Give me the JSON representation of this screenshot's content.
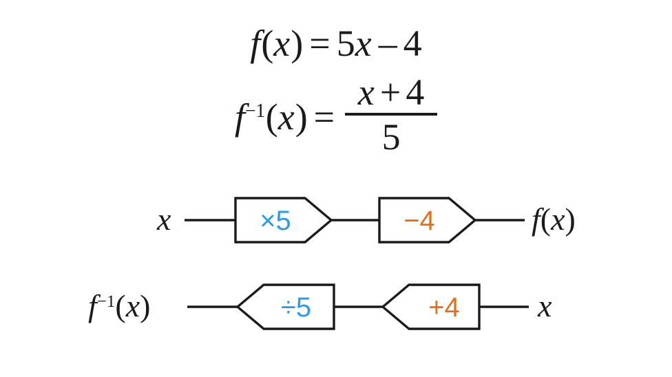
{
  "background_color": "#ffffff",
  "colors": {
    "ink": "#1a1a1a",
    "blue": "#2E9BE8",
    "orange": "#E0701E"
  },
  "equations": {
    "forward": {
      "function_name": "f",
      "argument": "x",
      "equals": "=",
      "coefficient": "5",
      "variable": "x",
      "operator": "–",
      "constant": "4",
      "plain_text": "f(x) = 5x – 4"
    },
    "inverse": {
      "function_name": "f",
      "superscript": "−1",
      "argument": "x",
      "equals": "=",
      "numerator_variable": "x",
      "numerator_operator": "+",
      "numerator_constant": "4",
      "denominator": "5",
      "plain_text": "f⁻¹(x) = (x + 4) / 5"
    }
  },
  "machines": {
    "forward": {
      "direction": "right",
      "input_label": "x",
      "output_label": "f(x)",
      "output_function_name": "f",
      "output_argument": "x",
      "steps": [
        {
          "label": "×5",
          "operation": "multiply",
          "operand": "5",
          "color": "#2E9BE8"
        },
        {
          "label": "−4",
          "operation": "subtract",
          "operand": "4",
          "color": "#E0701E"
        }
      ]
    },
    "inverse": {
      "direction": "left",
      "input_label": "f⁻¹(x)",
      "input_function_name": "f",
      "input_superscript": "−1",
      "input_argument": "x",
      "output_label": "x",
      "steps": [
        {
          "label": "÷5",
          "operation": "divide",
          "operand": "5",
          "color": "#2E9BE8"
        },
        {
          "label": "+4",
          "operation": "add",
          "operand": "4",
          "color": "#E0701E"
        }
      ]
    }
  }
}
